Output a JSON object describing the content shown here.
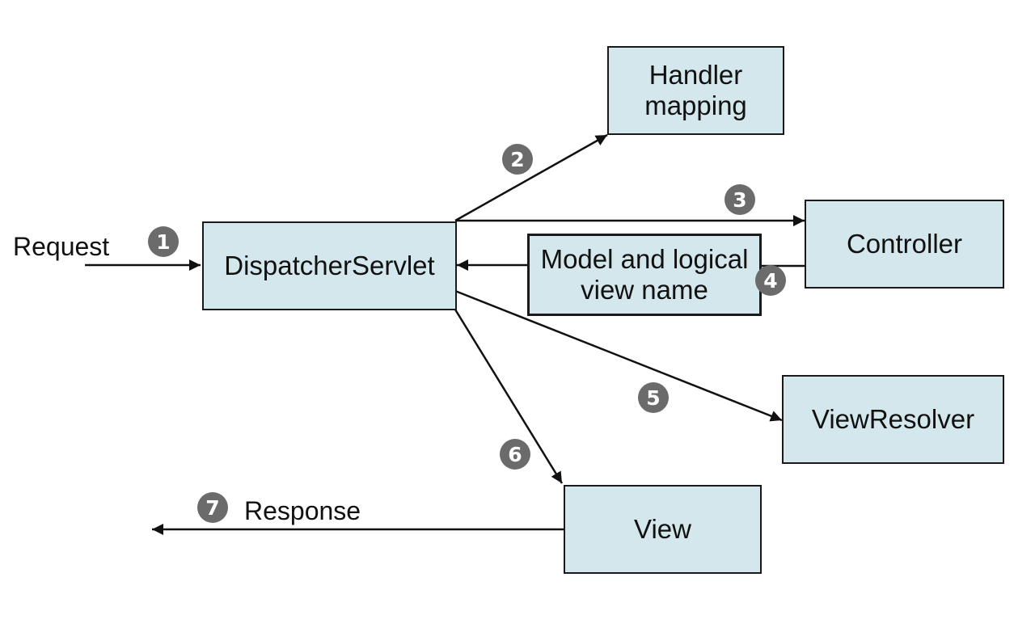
{
  "nodes": {
    "dispatcher": "DispatcherServlet",
    "handler_mapping": [
      "Handler",
      "mapping"
    ],
    "controller": "Controller",
    "model_view": [
      "Model and logical",
      "view name"
    ],
    "view_resolver": "ViewResolver",
    "view": "View"
  },
  "labels": {
    "request": "Request",
    "response": "Response"
  },
  "steps": [
    "1",
    "2",
    "3",
    "4",
    "5",
    "6",
    "7"
  ],
  "colors": {
    "box_fill": "#d3e7ec",
    "stroke": "#1a1a1a",
    "badge": "#6b6b6b"
  }
}
